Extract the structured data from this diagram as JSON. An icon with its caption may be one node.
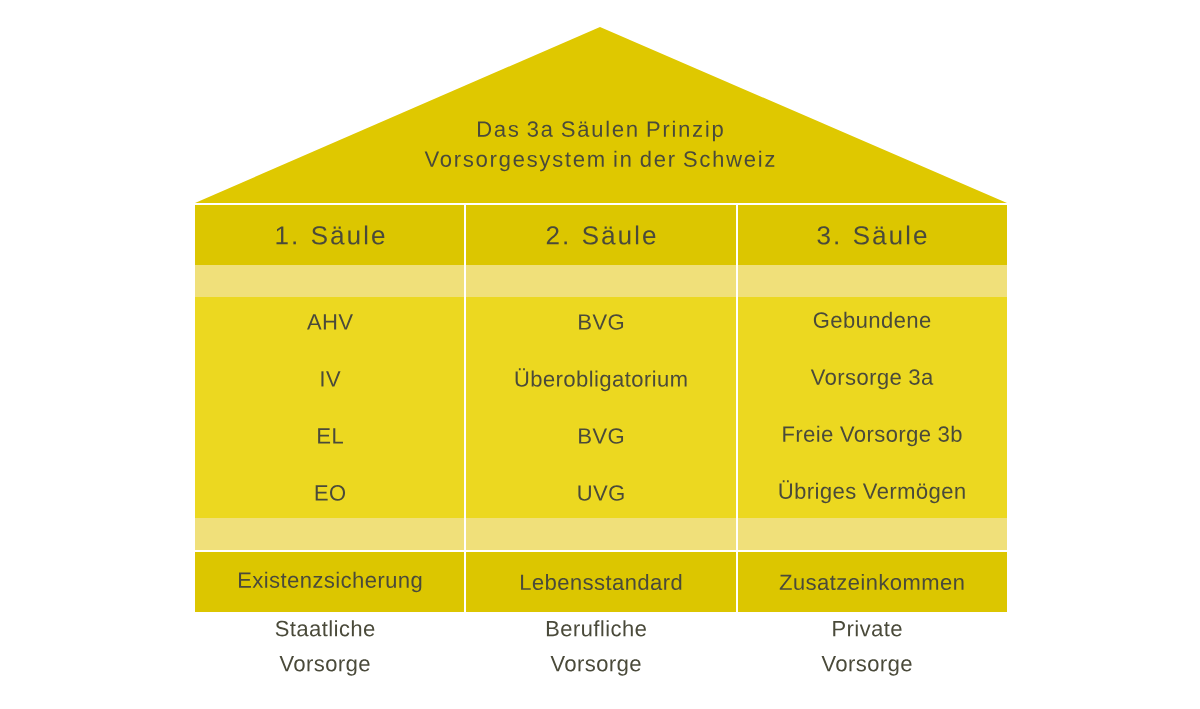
{
  "diagram": {
    "nodes": [
      {
        "text": [
          "Das 3a Säulen Prinzip",
          "Vorsorgesystem in der Schweiz"
        ]
      },
      {
        "text": [
          "1. Säule"
        ]
      },
      {
        "text": [
          "2. Säule"
        ]
      },
      {
        "text": [
          "3. Säule"
        ]
      },
      {
        "text": [
          "AHV",
          "IV",
          "EL",
          "EO"
        ]
      },
      {
        "text": [
          "BVG",
          "Überobligatorium",
          "BVG",
          "UVG"
        ]
      },
      {
        "text": [
          "Gebundene Vorsorge 3a",
          "Freie Vorsorge 3b",
          "Übriges Vermögen"
        ]
      },
      {
        "text": [
          "Existenzsicherung"
        ],
        "beside": [
          "Staatliche Vorsorge"
        ]
      },
      {
        "text": [
          "Lebensstandard"
        ],
        "beside": [
          "Berufliche Vorsorge"
        ]
      },
      {
        "text": [
          "Zusatzeinkommen"
        ],
        "beside": [
          "Private Vorsorge"
        ]
      }
    ]
  }
}
